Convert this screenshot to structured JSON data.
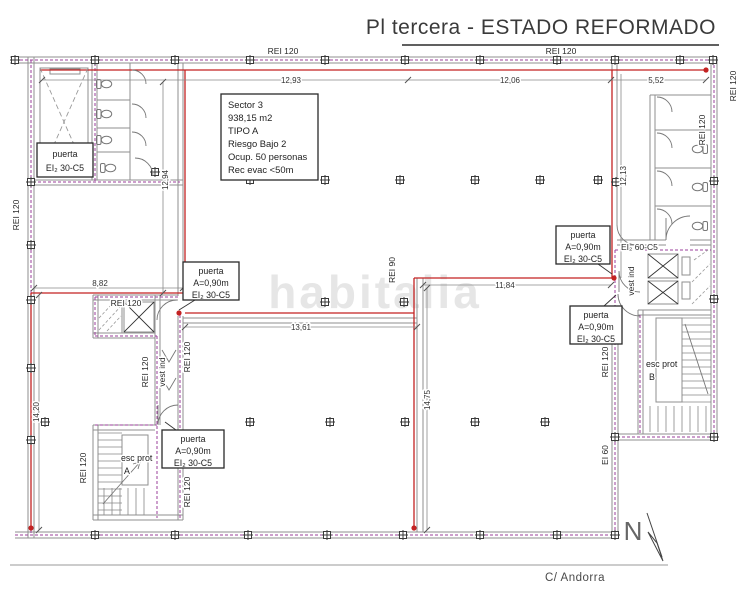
{
  "title": "Pl tercera - ESTADO REFORMADO",
  "watermark": "habitalia",
  "street_label": "C/ Andorra",
  "north_label": "N",
  "sector_box": {
    "name": "Sector 3",
    "area": "938,15 m2",
    "type": "TIPO A",
    "risk": "Riesgo Bajo 2",
    "occupancy": "Ocup. 50 personas",
    "evac": "Rec evac <50m"
  },
  "door_label": {
    "title": "puerta",
    "width": "A=0,90m",
    "rating": "EI₂ 30-C5"
  },
  "lift_door_label": {
    "title": "puerta",
    "rating": "EI₂ 30-C5"
  },
  "ratings": {
    "rei_120": "REI 120",
    "rei_90": "REI 90",
    "ei_60": "EI 60",
    "ei2_60_c5": "EI₂ 60-C5"
  },
  "rooms": {
    "protected_stair": "esc prot",
    "stair_a": "A",
    "stair_b": "B",
    "vestibule": "vest ind"
  },
  "dims": {
    "top_left": "12,93",
    "top_mid": "12,06",
    "top_right": "5,52",
    "left_upper": "12,94",
    "right_upper": "12,13",
    "left_mid": "8,82",
    "center_mid": "13,61",
    "right_mid": "11,84",
    "center_vert": "14,75",
    "left_lower": "14,20"
  },
  "colors": {
    "evacuation_route": "#c32222",
    "sector_boundary": "#9b3f9b",
    "wall": "#8f8f8f",
    "annotation_text": "#222222",
    "watermark": "#e4e4e4"
  }
}
